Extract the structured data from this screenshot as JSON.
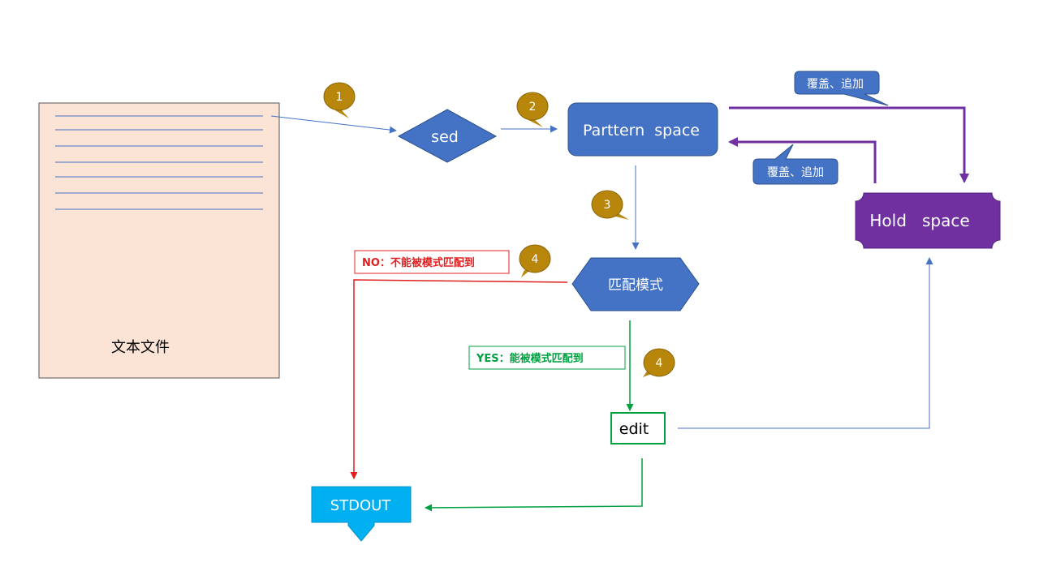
{
  "document": {
    "label": "文本文件",
    "line_count": 7
  },
  "steps": [
    "1",
    "2",
    "3",
    "4",
    "4"
  ],
  "nodes": {
    "sed": "sed",
    "pattern_space": "Parttern  space",
    "hold_space": "Hold   space",
    "match": "匹配模式",
    "edit": "edit",
    "stdout": "STDOUT"
  },
  "callouts": {
    "overwrite_append_top": "覆盖、追加",
    "overwrite_append_bottom": "覆盖、追加"
  },
  "conditions": {
    "no": "NO：不能被模式匹配到",
    "yes": "YES：能被模式匹配到"
  },
  "colors": {
    "blue_node": "#4472c4",
    "purple": "#7030a0",
    "red": "#e02020",
    "green": "#00a040",
    "badge": "#b8860b",
    "stdout": "#00b0f0",
    "doc_fill": "#fbe3d6"
  }
}
